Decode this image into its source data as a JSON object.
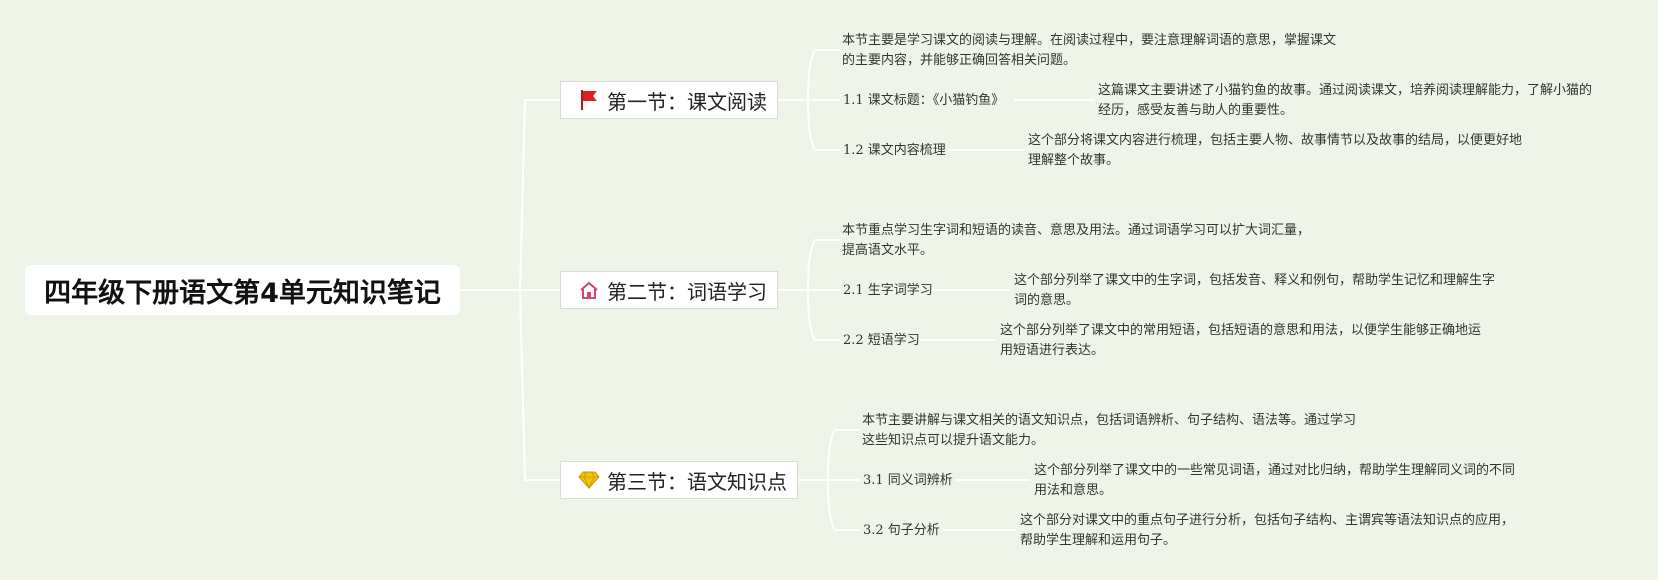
{
  "root": {
    "title": "四年级下册语文第4单元知识笔记"
  },
  "sections": [
    {
      "title": "第一节：课文阅读",
      "icon": "red-flag-icon",
      "intro": "本节主要是学习课文的阅读与理解。在阅读过程中，要注意理解词语的意思，掌握课文的主要内容，并能够正确回答相关问题。",
      "subs": [
        {
          "label": "1.1 课文标题：《小猫钓鱼》",
          "desc": "这篇课文主要讲述了小猫钓鱼的故事。通过阅读课文，培养阅读理解能力，了解小猫的经历，感受友善与助人的重要性。"
        },
        {
          "label": "1.2 课文内容梳理",
          "desc": "这个部分将课文内容进行梳理，包括主要人物、故事情节以及故事的结局，以便更好地理解整个故事。"
        }
      ]
    },
    {
      "title": "第二节：词语学习",
      "icon": "house-icon",
      "intro": "本节重点学习生字词和短语的读音、意思及用法。通过词语学习可以扩大词汇量，提高语文水平。",
      "subs": [
        {
          "label": "2.1 生字词学习",
          "desc": "这个部分列举了课文中的生字词，包括发音、释义和例句，帮助学生记忆和理解生字词的意思。"
        },
        {
          "label": "2.2 短语学习",
          "desc": "这个部分列举了课文中的常用短语，包括短语的意思和用法，以便学生能够正确地运用短语进行表达。"
        }
      ]
    },
    {
      "title": "第三节：语文知识点",
      "icon": "gem-icon",
      "intro": "本节主要讲解与课文相关的语文知识点，包括词语辨析、句子结构、语法等。通过学习这些知识点可以提升语文能力。",
      "subs": [
        {
          "label": "3.1 同义词辨析",
          "desc": "这个部分列举了课文中的一些常见词语，通过对比归纳，帮助学生理解同义词的不同用法和意思。"
        },
        {
          "label": "3.2 句子分析",
          "desc": "这个部分对课文中的重点句子进行分析，包括句子结构、主谓宾等语法知识点的应用，帮助学生理解和运用句子。"
        }
      ]
    }
  ],
  "colors": {
    "background": "#eef4e8",
    "line": "#ffffff",
    "flag": "#e02020",
    "house": "#d9456a",
    "gem": "#f5c400"
  }
}
